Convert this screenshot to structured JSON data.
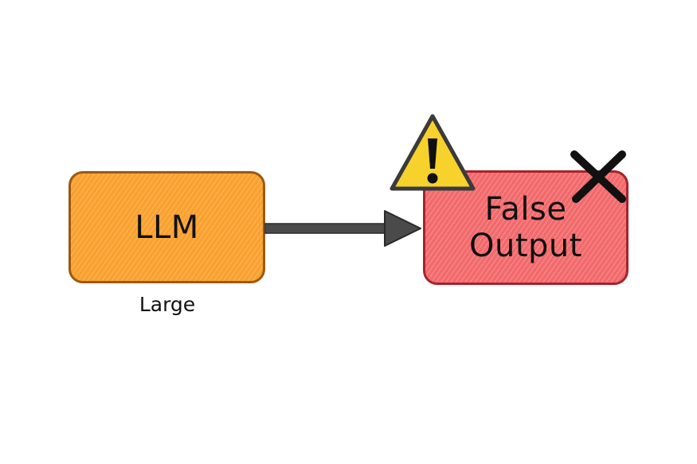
{
  "diagram": {
    "nodes": [
      {
        "id": "llm",
        "label": "LLM",
        "caption": "Large",
        "fill": "#f9a12f",
        "stroke": "#9a5a12"
      },
      {
        "id": "false-output",
        "label_lines": [
          "False",
          "Output"
        ],
        "fill": "#f26a6c",
        "stroke": "#a8232a"
      }
    ],
    "edges": [
      {
        "from": "llm",
        "to": "false-output",
        "color": "#4a4a4a"
      }
    ],
    "icons": {
      "warning": "warning-triangle-icon",
      "error": "cross-icon"
    },
    "colors": {
      "warning_fill": "#f7d22c",
      "warning_stroke": "#3a3a3a",
      "cross": "#111111"
    }
  }
}
